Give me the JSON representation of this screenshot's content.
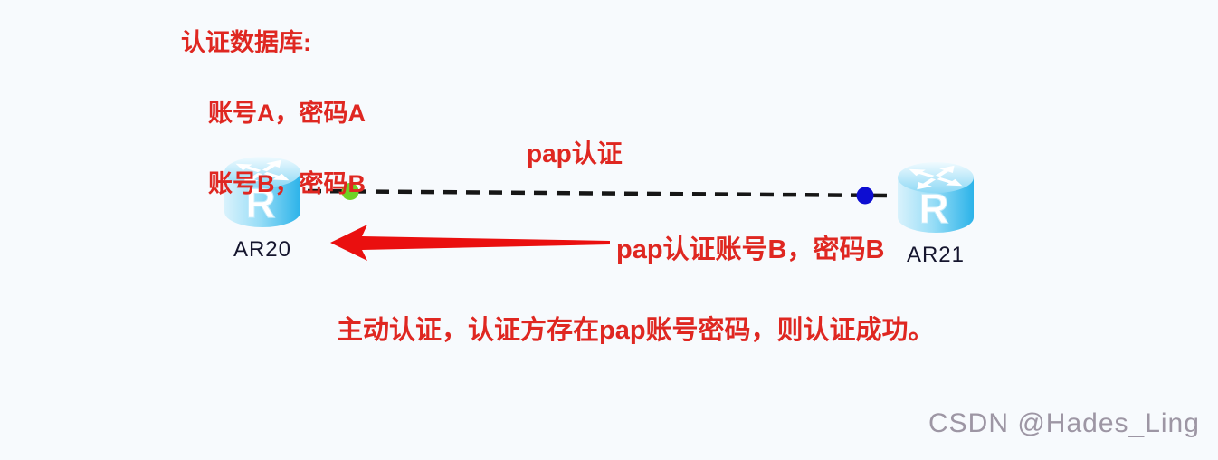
{
  "diagram": {
    "title_context": "PPP PAP authentication topology",
    "background_color": "#f7fafd",
    "annotation_color": "#df2721"
  },
  "annotations": {
    "database_note": {
      "title": "认证数据库:",
      "line1": "账号A，密码A",
      "line2": "账号B，密码B"
    },
    "link_label": "pap认证",
    "auth_request_label": "pap认证账号B，密码B",
    "result_note": "主动认证，认证方存在pap账号密码，则认证成功。"
  },
  "devices": [
    {
      "name": "AR20",
      "type": "router",
      "icon": "router-cylinder-icon"
    },
    {
      "name": "AR21",
      "type": "router",
      "icon": "router-cylinder-icon"
    }
  ],
  "link": {
    "style": "dashed",
    "color": "#161616",
    "left_marker_color": "#6fd226",
    "right_marker_color": "#0d0dd2"
  },
  "arrow": {
    "direction": "left",
    "color": "#ea0f0f"
  },
  "watermark": "CSDN @Hades_Ling"
}
